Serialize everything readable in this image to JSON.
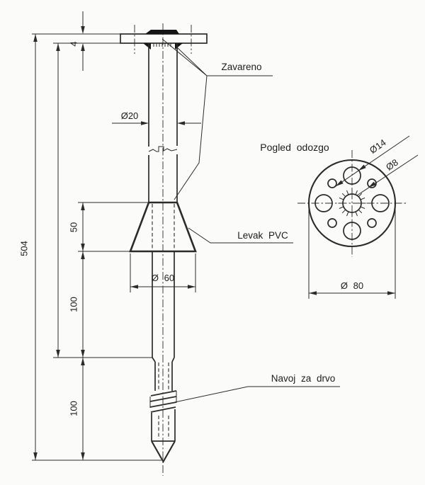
{
  "drawing_type": "technical drawing - ground screw anchor with PVC funnel, front view and top view",
  "labels": {
    "weld": "Zavareno",
    "funnel": "Levak PVC",
    "thread": "Navoj za drvo",
    "top_view": "Pogled odozgo"
  },
  "dims": {
    "overall": "504",
    "plate_thickness": "4",
    "funnel_height": "50",
    "mid": "100",
    "lower": "100",
    "shaft_d": "Ø20",
    "funnel_d": "Ø 60",
    "hole_large_d": "Ø14",
    "hole_small_d": "Ø8",
    "plate_d": "Ø 80"
  },
  "colors": {
    "line": "#2b2b2b",
    "text": "#1d1d1d",
    "background": "#fbfbf9",
    "weld": "#141414"
  }
}
